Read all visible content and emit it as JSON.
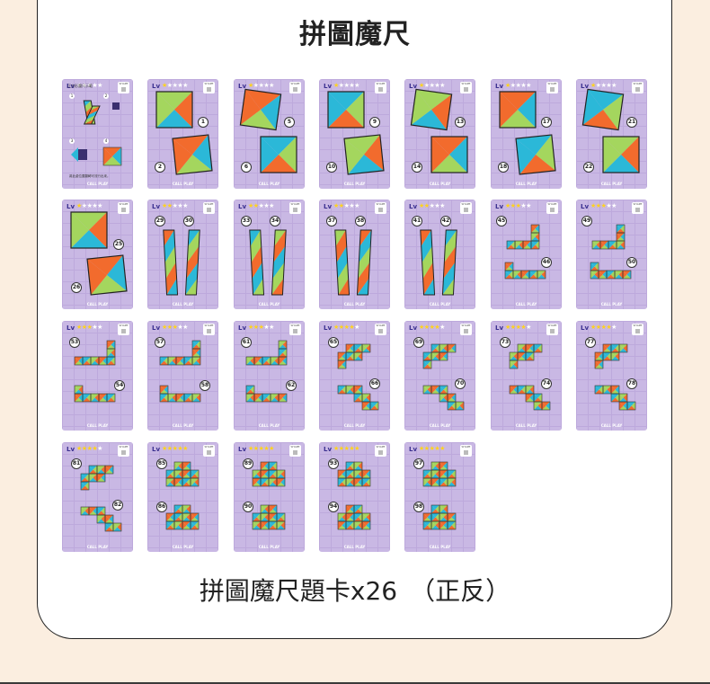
{
  "title": "拼圖魔尺",
  "caption": "拼圖魔尺題卡x26　（正反）",
  "colors": {
    "blue": "#2bb8d8",
    "green": "#a4d65e",
    "orange": "#f26b2d",
    "purple_card": "#c9b8e4"
  },
  "card_labels": {
    "level": "Lv",
    "shape": "SHAPE",
    "footer": "CALL PLAY"
  },
  "instruction_card": {
    "heading": "正方形魔尺示範",
    "note": "將此處位置翻轉可流行出來。"
  },
  "cards": [
    {
      "stars": 0,
      "shape": "instructions",
      "nums": [
        "1",
        "2",
        "3",
        "4"
      ]
    },
    {
      "stars": 1,
      "shape": "square",
      "nums": [
        "1",
        "2"
      ]
    },
    {
      "stars": 1,
      "shape": "square",
      "nums": [
        "5",
        "6"
      ]
    },
    {
      "stars": 1,
      "shape": "square",
      "nums": [
        "9",
        "10"
      ]
    },
    {
      "stars": 1,
      "shape": "square",
      "nums": [
        "13",
        "14"
      ]
    },
    {
      "stars": 1,
      "shape": "square",
      "nums": [
        "17",
        "18"
      ]
    },
    {
      "stars": 1,
      "shape": "square",
      "nums": [
        "21",
        "22"
      ]
    },
    {
      "stars": 1,
      "shape": "square",
      "nums": [
        "25",
        "26"
      ]
    },
    {
      "stars": 2,
      "shape": "bars",
      "nums": [
        "29",
        "30"
      ]
    },
    {
      "stars": 2,
      "shape": "bars",
      "nums": [
        "33",
        "34"
      ]
    },
    {
      "stars": 2,
      "shape": "bars",
      "nums": [
        "37",
        "38"
      ]
    },
    {
      "stars": 2,
      "shape": "bars",
      "nums": [
        "41",
        "42"
      ]
    },
    {
      "stars": 3,
      "shape": "lshape",
      "nums": [
        "45",
        "46"
      ]
    },
    {
      "stars": 3,
      "shape": "lshape",
      "nums": [
        "49",
        "50"
      ]
    },
    {
      "stars": 3,
      "shape": "lshape",
      "nums": [
        "53",
        "54"
      ]
    },
    {
      "stars": 3,
      "shape": "lshape",
      "nums": [
        "57",
        "58"
      ]
    },
    {
      "stars": 3,
      "shape": "lshape",
      "nums": [
        "61",
        "62"
      ]
    },
    {
      "stars": 4,
      "shape": "zshape",
      "nums": [
        "65",
        "66"
      ]
    },
    {
      "stars": 4,
      "shape": "zshape",
      "nums": [
        "69",
        "70"
      ]
    },
    {
      "stars": 4,
      "shape": "zshape",
      "nums": [
        "73",
        "74"
      ]
    },
    {
      "stars": 4,
      "shape": "zshape",
      "nums": [
        "77",
        "78"
      ]
    },
    {
      "stars": 4,
      "shape": "zshape",
      "nums": [
        "81",
        "82"
      ]
    },
    {
      "stars": 5,
      "shape": "tshape",
      "nums": [
        "85",
        "86"
      ]
    },
    {
      "stars": 5,
      "shape": "tshape",
      "nums": [
        "89",
        "90"
      ]
    },
    {
      "stars": 5,
      "shape": "tshape",
      "nums": [
        "93",
        "94"
      ]
    },
    {
      "stars": 5,
      "shape": "tshape",
      "nums": [
        "97",
        "98"
      ]
    }
  ]
}
